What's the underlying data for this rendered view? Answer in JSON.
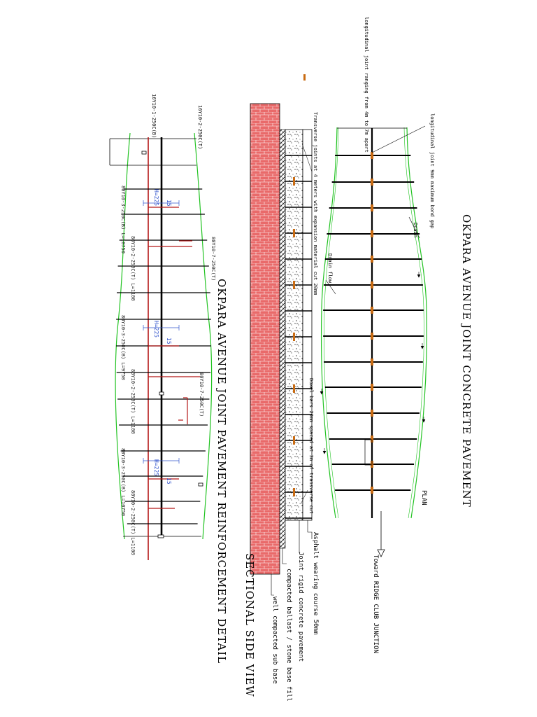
{
  "colors": {
    "edge_green": "#22c322",
    "rebar_red": "#b51818",
    "dowel_orange": "#c96b12",
    "brick_fill": "#e96a6a",
    "dim_blue": "#3355cc",
    "line_black": "#000000"
  },
  "plan": {
    "title": "OKPARA AVENUE JOINT CONCRETE PAVEMENT",
    "label_plan": "PLAN",
    "note_longitudinal_top": "longitudinal joint ranging from 4m to 7m apart",
    "note_longitudinal_gap": "longitudinal joint 9mm maximum bond gap",
    "note_drain": "Drain",
    "note_drain_flow": "Drain flow",
    "note_toward": "Toward RIDGE CLUB JUNCTION"
  },
  "section": {
    "title": "SECTIONAL SIDE VIEW",
    "note_transverse": "Transverse joints at 4 meters with expansion material cut 20mm",
    "note_dowel": "Dowel bars 20mm spaced at 3m of transverse cut",
    "layer_asphalt": "Asphalt wearing course 50mm",
    "layer_concrete": "Joint rigid  concrete pavement",
    "layer_ballast": "compacted ballast / stone base fill",
    "layer_subbase": "well compacted sub base"
  },
  "reinforcement": {
    "title": "OKPARA AVENUE JOINT PAVEMENT REINFORCEMENT DETAIL",
    "top_labels": [
      "16Y10-1-250C(B)",
      "16Y10-2-250C(T)"
    ],
    "rebar_labels": [
      "80Y10-3-250C(B)  L=10750",
      "80Y10-2-250C(T)  L=1100",
      "80Y10-7-250C(T)",
      "80Y10-3-250C(B)  L=9750",
      "80Y10-2-250C(T)  L=1100",
      "80Y10-7-250C(T)",
      "80Y10-3-250C(B)  L=10750",
      "80Y10-2-250C(T)  L=1100"
    ],
    "dim_labels": [
      "15",
      "H=225",
      "15",
      "H=225",
      "15",
      "H=225"
    ]
  }
}
